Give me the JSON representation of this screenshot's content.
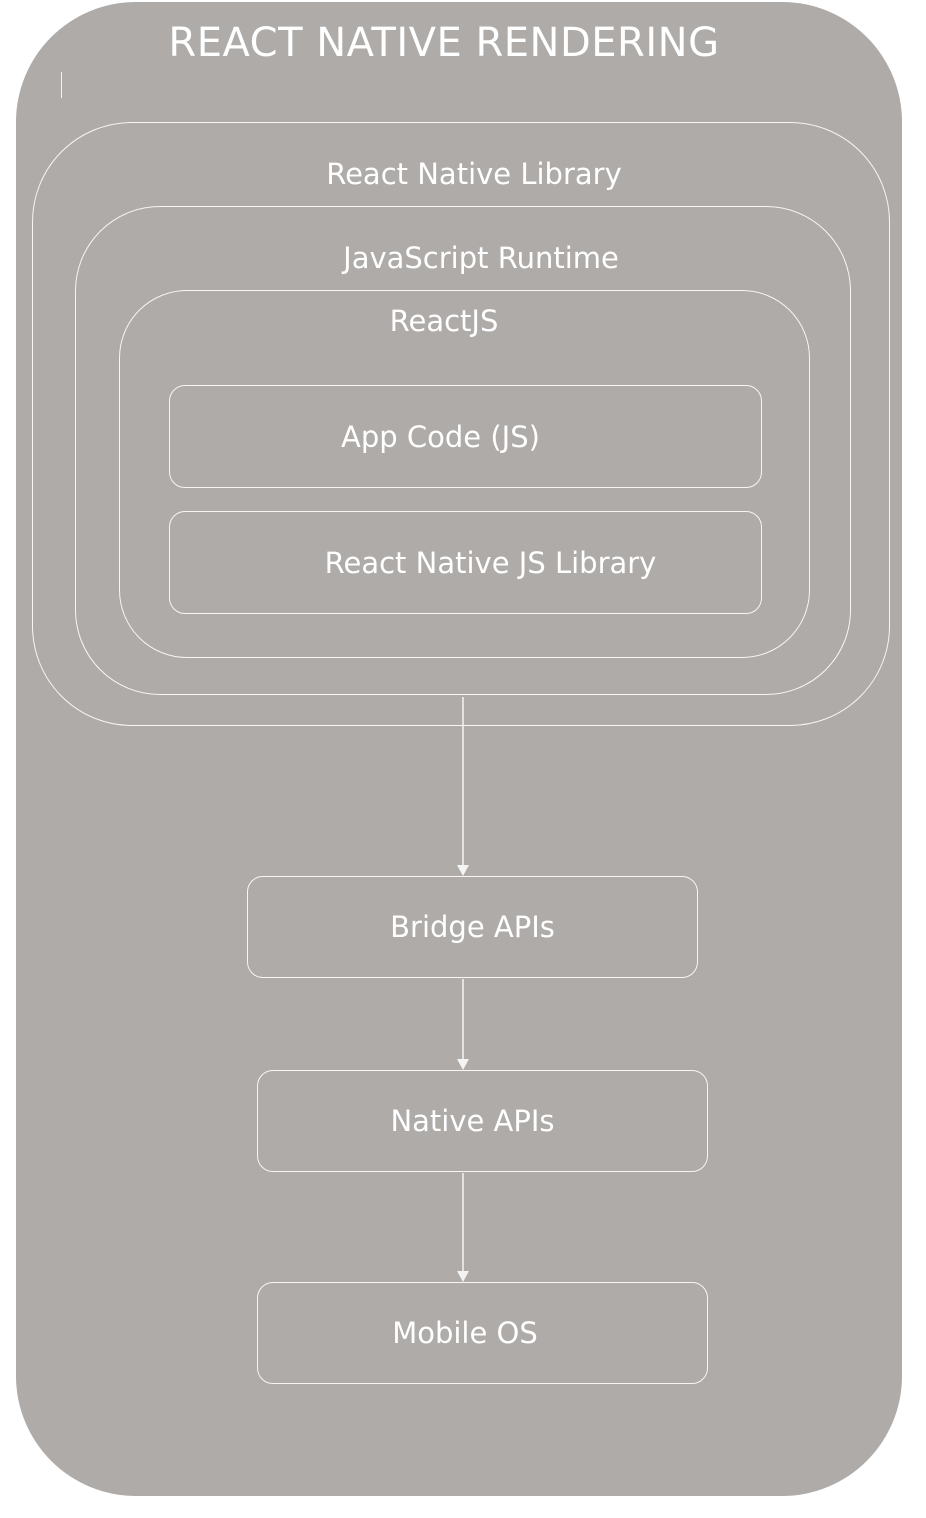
{
  "diagram": {
    "title": "REACT NATIVE RENDERING",
    "layers": {
      "react_native_library": "React Native Library",
      "javascript_runtime": "JavaScript Runtime",
      "reactjs": "ReactJS",
      "app_code": "App Code (JS)",
      "rn_js_library": "React Native JS Library"
    },
    "flow": {
      "bridge_apis": "Bridge APIs",
      "native_apis": "Native APIs",
      "mobile_os": "Mobile OS"
    },
    "colors": {
      "background": "#aeaba9",
      "stroke": "#ffffff",
      "text": "#ffffff"
    }
  }
}
